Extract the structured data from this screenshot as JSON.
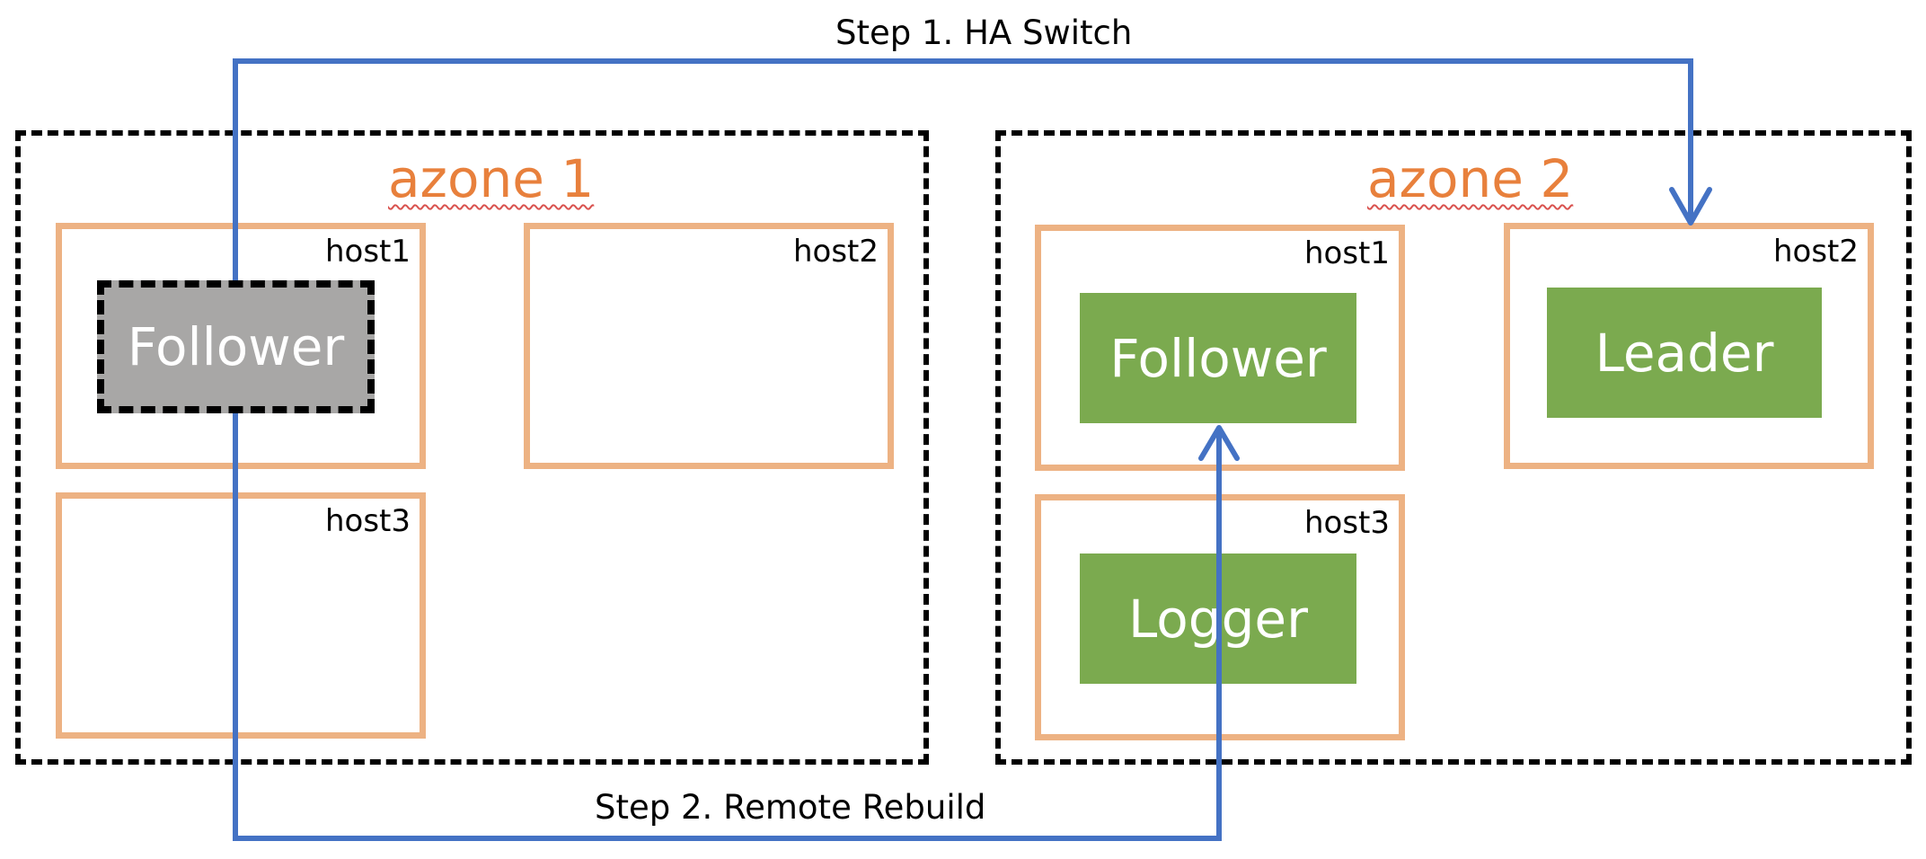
{
  "steps": {
    "step1": "Step 1. HA Switch",
    "step2": "Step 2. Remote Rebuild"
  },
  "zones": [
    {
      "label": "azone 1",
      "hosts": [
        {
          "label": "host1",
          "node": {
            "label": "Follower",
            "state": "gray"
          }
        },
        {
          "label": "host2"
        },
        {
          "label": "host3"
        }
      ]
    },
    {
      "label": "azone 2",
      "hosts": [
        {
          "label": "host1",
          "node": {
            "label": "Follower",
            "state": "green"
          }
        },
        {
          "label": "host2",
          "node": {
            "label": "Leader",
            "state": "green"
          }
        },
        {
          "label": "host3",
          "node": {
            "label": "Logger",
            "state": "green"
          }
        }
      ]
    }
  ],
  "colors": {
    "zone_border": "#000000",
    "zone_label": "#E8803C",
    "host_border": "#EDB283",
    "node_green": "#7BAA4F",
    "node_gray": "#A8A7A6",
    "arrow": "#4472C4"
  }
}
